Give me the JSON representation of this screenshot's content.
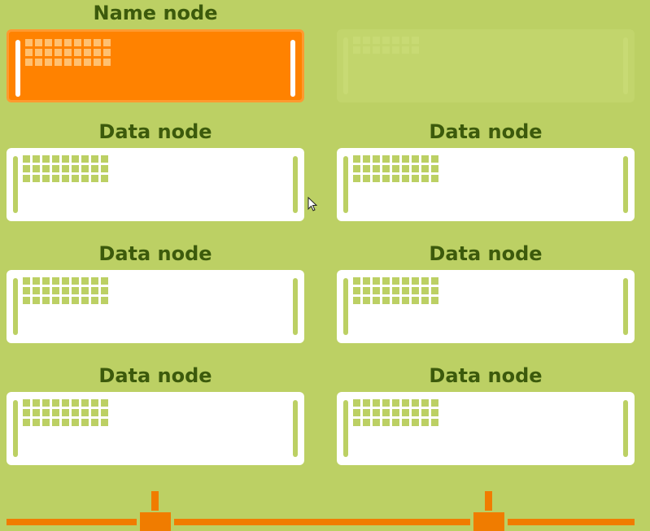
{
  "name_node": {
    "label": "Name node"
  },
  "standby_node": {
    "label": ""
  },
  "data_nodes": [
    {
      "label": "Data node"
    },
    {
      "label": "Data node"
    },
    {
      "label": "Data node"
    },
    {
      "label": "Data node"
    },
    {
      "label": "Data node"
    },
    {
      "label": "Data node"
    }
  ],
  "colors": {
    "background": "#bcd064",
    "name_node": "#ff8200",
    "data_node": "#ffffff",
    "label_text": "#3c5a0c",
    "network": "#f07c00"
  }
}
